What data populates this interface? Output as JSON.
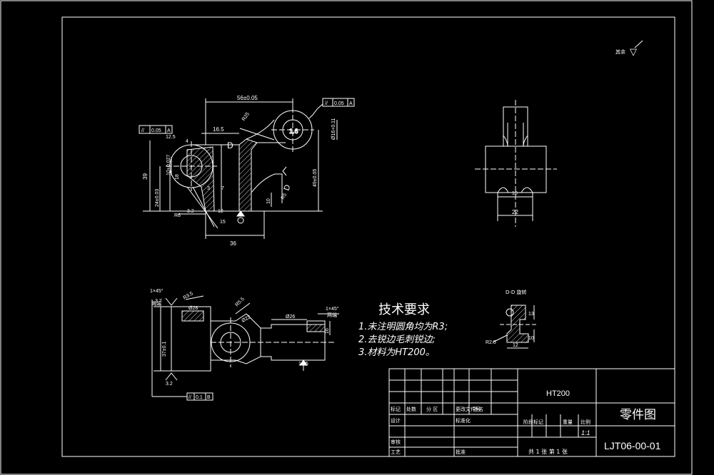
{
  "surface_mark": {
    "label": "其余",
    "symbol": "▽"
  },
  "top_view": {
    "tol_left": {
      "symbol": "//",
      "value": "0.05",
      "datum": "A"
    },
    "tol_right": {
      "symbol": "//",
      "value": "0.05",
      "datum": "A"
    },
    "dim_56": "56±0.05",
    "dim_165": "16.5",
    "dim_r25": "R25",
    "dim_r5": "R5",
    "dim_d": "D",
    "dim_d_lower": "D",
    "dim_39": "39",
    "dim_24": "24±0.03",
    "dim_10_027": "10+0.027",
    "dim_18": "18",
    "dim_49": "49±0.05",
    "dim_16": "Ø16+0.11",
    "dim_36": "36",
    "dim_10": "10",
    "dim_r6": "R6",
    "dim_12": "12",
    "dim_15": "15",
    "dim_4": "4",
    "dim_3": "3",
    "dim_7": "7",
    "dim_125": "12.5",
    "dim_3_2": "3.2"
  },
  "side_view": {
    "dim_10": "10",
    "dim_22": "22"
  },
  "bottom_view": {
    "chamfer_left": "1×45°",
    "chamfer_left_note": "两端",
    "chamfer_right": "1×45°",
    "chamfer_right_note": "两端",
    "dim_r35": "R3.5",
    "dim_r55": "R5.5",
    "dim_28": "Ø28",
    "dim_22": "Ø22",
    "dim_26": "Ø26",
    "dim_16": "16",
    "dim_37": "37±0.1",
    "dim_32_top": "3.2",
    "dim_32_bottom": "3.2",
    "dim_125": "12.5",
    "tol": {
      "symbol": "//",
      "value": "0.1",
      "datum": "B"
    }
  },
  "section": {
    "label": "D-D 旋转",
    "dim_r25": "R2.5",
    "dim_12": "12",
    "dim_10": "10",
    "dim_13": "13"
  },
  "tech_req": {
    "title": "技术要求",
    "items": [
      "1.未注明圆角均为R3;",
      "2.去锐边毛刺锐边;",
      "3.材料为HT200。"
    ]
  },
  "title_block": {
    "material": "HT200",
    "drawing_name": "零件图",
    "drawing_no": "LJT06-00-01",
    "scale": "1:1",
    "sheet_info": "共 1 张   第 1 张",
    "labels": {
      "mark": "标记",
      "count": "处数",
      "zone": "分 区",
      "change_doc": "更改文件号",
      "sign": "签名",
      "design": "设计",
      "standardize": "标准化",
      "stage_mark": "阶段标记",
      "weight": "重量",
      "ratio": "比例",
      "review": "审核",
      "process": "工艺",
      "approve": "批准"
    }
  }
}
